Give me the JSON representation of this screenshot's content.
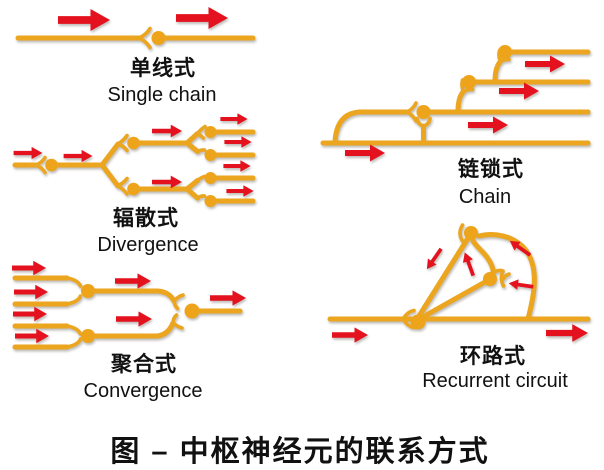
{
  "figure": {
    "caption": "图 –  中枢神经元的联系方式",
    "panels": [
      {
        "id": "single-chain",
        "label_zh": "单线式",
        "label_en": "Single chain"
      },
      {
        "id": "divergence",
        "label_zh": "辐散式",
        "label_en": "Divergence"
      },
      {
        "id": "convergence",
        "label_zh": "聚合式",
        "label_en": "Convergence"
      },
      {
        "id": "chain",
        "label_zh": "链锁式",
        "label_en": "Chain"
      },
      {
        "id": "recurrent-circuit",
        "label_zh": "环路式",
        "label_en": "Recurrent circuit"
      }
    ],
    "colors": {
      "neuron_gold": "#EBA51E",
      "soma_gold": "#EDA41A",
      "arrow_red": "#E4121E",
      "text": "#111111",
      "background": "#FFFFFF"
    }
  }
}
